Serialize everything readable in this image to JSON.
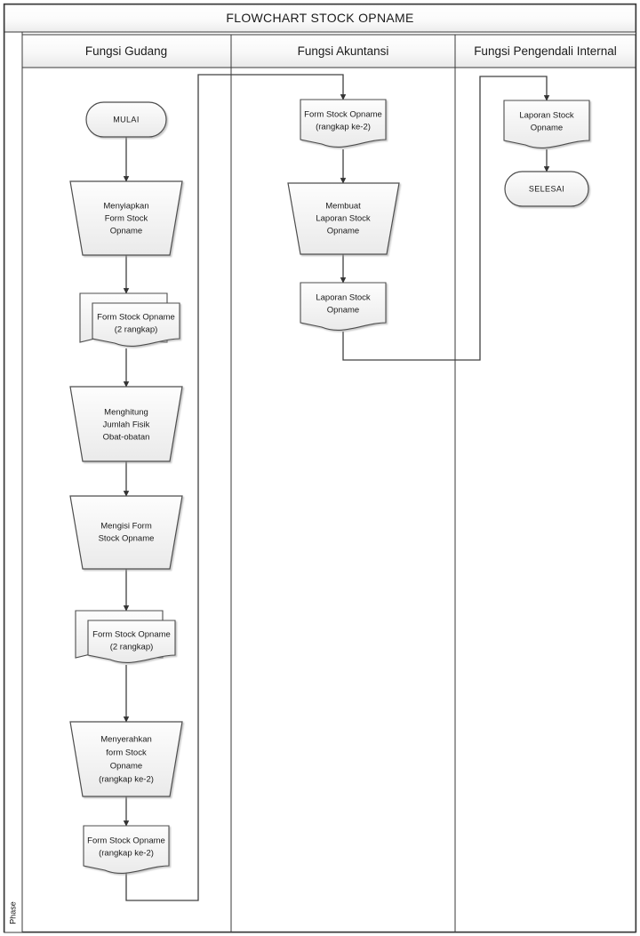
{
  "diagram": {
    "title": "FLOWCHART STOCK OPNAME",
    "phase_label": "Phase",
    "colors": {
      "border": "#3a3a3a",
      "shape_stroke": "#4d4d4d",
      "shape_fill_top": "#fdfdfd",
      "shape_fill_bottom": "#eeeeee",
      "header_fill_top": "#ffffff",
      "header_fill_bottom": "#ededed",
      "connector": "#404040",
      "text": "#1a1a1a",
      "canvas": "#ffffff"
    },
    "lanes": [
      {
        "id": "gudang",
        "label": "Fungsi Gudang"
      },
      {
        "id": "akuntansi",
        "label": "Fungsi Akuntansi"
      },
      {
        "id": "pengendali",
        "label": "Fungsi Pengendali Internal"
      }
    ],
    "nodes": [
      {
        "id": "n1",
        "lane": "gudang",
        "type": "terminator",
        "lines": [
          "MULAI"
        ]
      },
      {
        "id": "n2",
        "lane": "gudang",
        "type": "manual-operation",
        "lines": [
          "Menyiapkan",
          "Form Stock",
          "Opname"
        ]
      },
      {
        "id": "n3",
        "lane": "gudang",
        "type": "multi-document",
        "lines": [
          "Form Stock Opname",
          "(2 rangkap)"
        ]
      },
      {
        "id": "n4",
        "lane": "gudang",
        "type": "manual-operation",
        "lines": [
          "Menghitung",
          "Jumlah Fisik",
          "Obat-obatan"
        ]
      },
      {
        "id": "n5",
        "lane": "gudang",
        "type": "manual-operation",
        "lines": [
          "Mengisi Form",
          "Stock Opname"
        ]
      },
      {
        "id": "n6",
        "lane": "gudang",
        "type": "multi-document",
        "lines": [
          "Form Stock Opname",
          "(2 rangkap)"
        ]
      },
      {
        "id": "n7",
        "lane": "gudang",
        "type": "manual-operation",
        "lines": [
          "Menyerahkan",
          "form Stock",
          "Opname",
          "(rangkap ke-2)"
        ]
      },
      {
        "id": "n8",
        "lane": "gudang",
        "type": "document",
        "lines": [
          "Form Stock Opname",
          "(rangkap ke-2)"
        ]
      },
      {
        "id": "n9",
        "lane": "akuntansi",
        "type": "document",
        "lines": [
          "Form Stock Opname",
          "(rangkap ke-2)"
        ]
      },
      {
        "id": "n10",
        "lane": "akuntansi",
        "type": "manual-operation",
        "lines": [
          "Membuat",
          "Laporan Stock",
          "Opname"
        ]
      },
      {
        "id": "n11",
        "lane": "akuntansi",
        "type": "document",
        "lines": [
          "Laporan Stock",
          "Opname"
        ]
      },
      {
        "id": "n12",
        "lane": "pengendali",
        "type": "document",
        "lines": [
          "Laporan Stock",
          "Opname"
        ]
      },
      {
        "id": "n13",
        "lane": "pengendali",
        "type": "terminator",
        "lines": [
          "SELESAI"
        ]
      }
    ],
    "connectors": [
      {
        "from": "n1",
        "to": "n2"
      },
      {
        "from": "n2",
        "to": "n3"
      },
      {
        "from": "n3",
        "to": "n4"
      },
      {
        "from": "n4",
        "to": "n5"
      },
      {
        "from": "n5",
        "to": "n6"
      },
      {
        "from": "n6",
        "to": "n7"
      },
      {
        "from": "n7",
        "to": "n8"
      },
      {
        "from": "n8",
        "to": "n9"
      },
      {
        "from": "n9",
        "to": "n10"
      },
      {
        "from": "n10",
        "to": "n11"
      },
      {
        "from": "n11",
        "to": "n12"
      },
      {
        "from": "n12",
        "to": "n13"
      }
    ]
  }
}
